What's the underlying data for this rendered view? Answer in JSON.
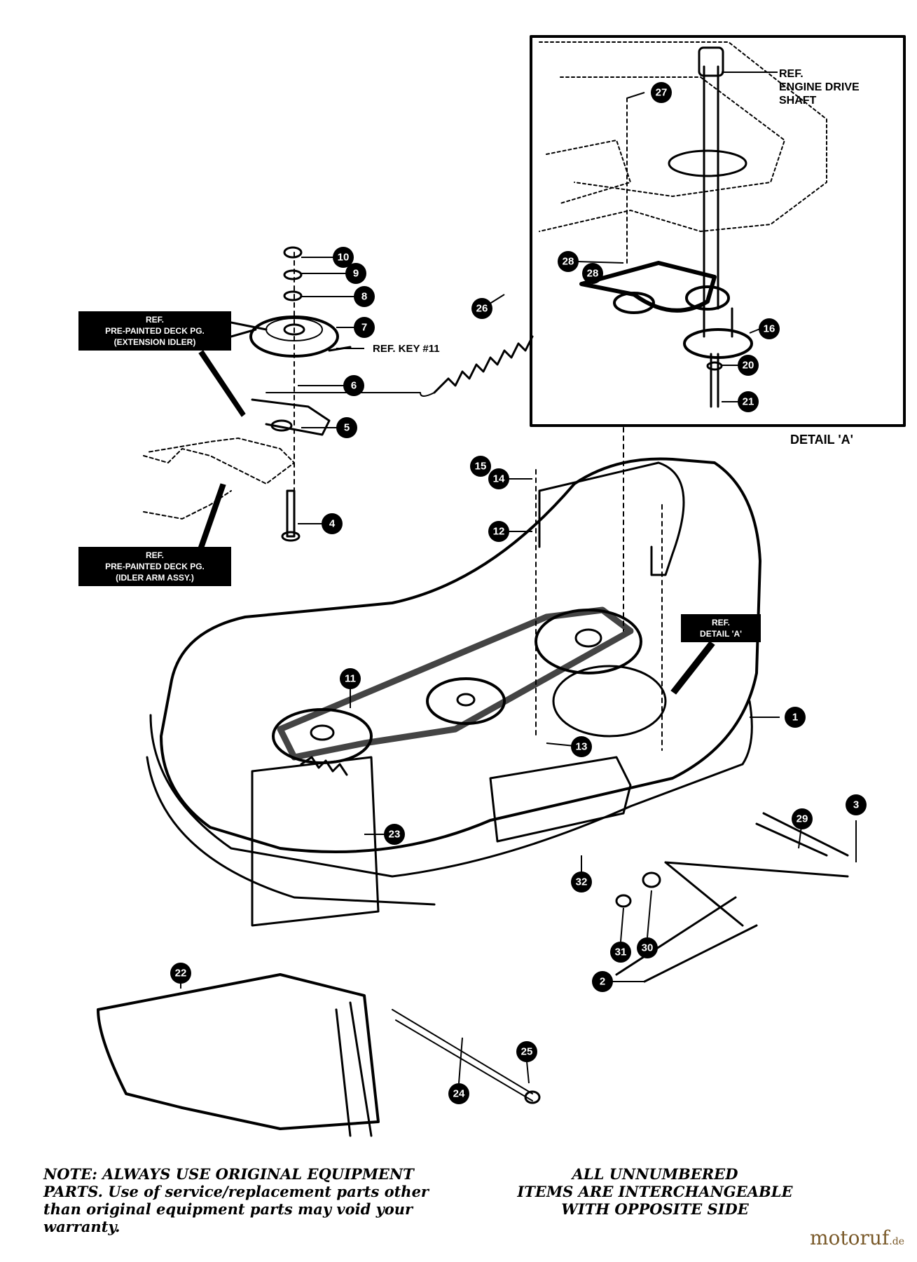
{
  "ref_labels": {
    "extension_idler": [
      "REF.",
      "PRE-PAINTED DECK PG.",
      "(EXTENSION IDLER)"
    ],
    "idler_arm": [
      "REF.",
      "PRE-PAINTED DECK PG.",
      "(IDLER ARM ASSY.)"
    ],
    "detail_a": [
      "REF.",
      "DETAIL 'A'"
    ],
    "key11": "REF. KEY #11",
    "engine_shaft": [
      "REF.",
      "ENGINE DRIVE",
      "SHAFT"
    ],
    "detail_caption": "DETAIL 'A'"
  },
  "callouts": [
    "1",
    "2",
    "3",
    "4",
    "5",
    "6",
    "7",
    "8",
    "9",
    "10",
    "11",
    "12",
    "13",
    "14",
    "15",
    "16",
    "20",
    "21",
    "22",
    "23",
    "24",
    "25",
    "26",
    "27",
    "28",
    "28",
    "29",
    "30",
    "31",
    "32"
  ],
  "notes": {
    "left": [
      "NOTE: ALWAYS USE ORIGINAL EQUIPMENT",
      "PARTS. Use of service/replacement parts other",
      "than original equipment parts may void your",
      "warranty."
    ],
    "right": [
      "ALL UNNUMBERED",
      "ITEMS ARE INTERCHANGEABLE",
      "WITH OPPOSITE SIDE"
    ]
  },
  "watermark": {
    "main": "motoruf",
    "suffix": ".de"
  }
}
